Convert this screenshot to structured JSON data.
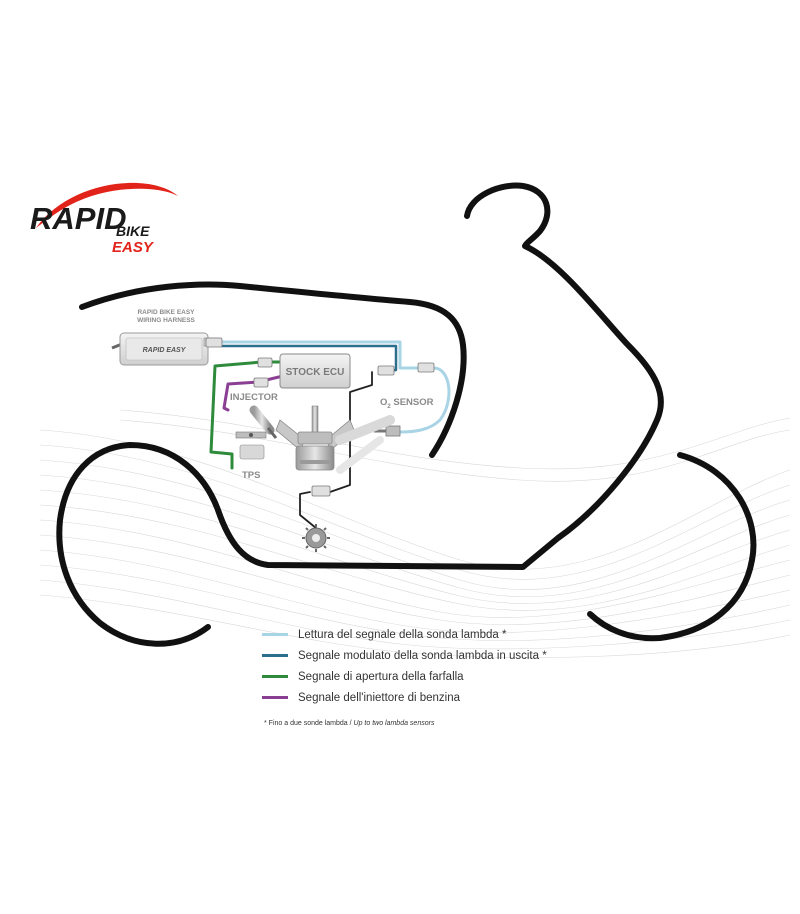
{
  "logo": {
    "brand_line1": "RAPID",
    "brand_line2": "BIKE",
    "brand_line3": "EASY"
  },
  "labels": {
    "harness_line1": "RAPID BIKE EASY",
    "harness_line2": "WIRING HARNESS",
    "module_badge": "RAPID EASY",
    "stock_ecu": "STOCK ECU",
    "o2_sensor_prefix": "O",
    "o2_sensor_sub": "2",
    "o2_sensor_suffix": " SENSOR",
    "injector": "INJECTOR",
    "tps": "TPS"
  },
  "legend": [
    {
      "color": "#a9d4e6",
      "text": "Lettura del segnale della sonda lambda *"
    },
    {
      "color": "#2b6f8c",
      "text": "Segnale modulato della sonda lambda in uscita *"
    },
    {
      "color": "#2e8b3c",
      "text": "Segnale di apertura della farfalla"
    },
    {
      "color": "#8b3f93",
      "text": "Segnale dell'iniettore di benzina"
    }
  ],
  "footnote": {
    "main": "* Fino a due sonde lambda / ",
    "italic": "Up to two lambda sensors"
  },
  "colors": {
    "outline": "#111111",
    "logo_red": "#e2231a",
    "lambda_read": "#a9d4e6",
    "lambda_out": "#2b6f8c",
    "throttle": "#2e8b3c",
    "injector": "#8b3f93"
  }
}
